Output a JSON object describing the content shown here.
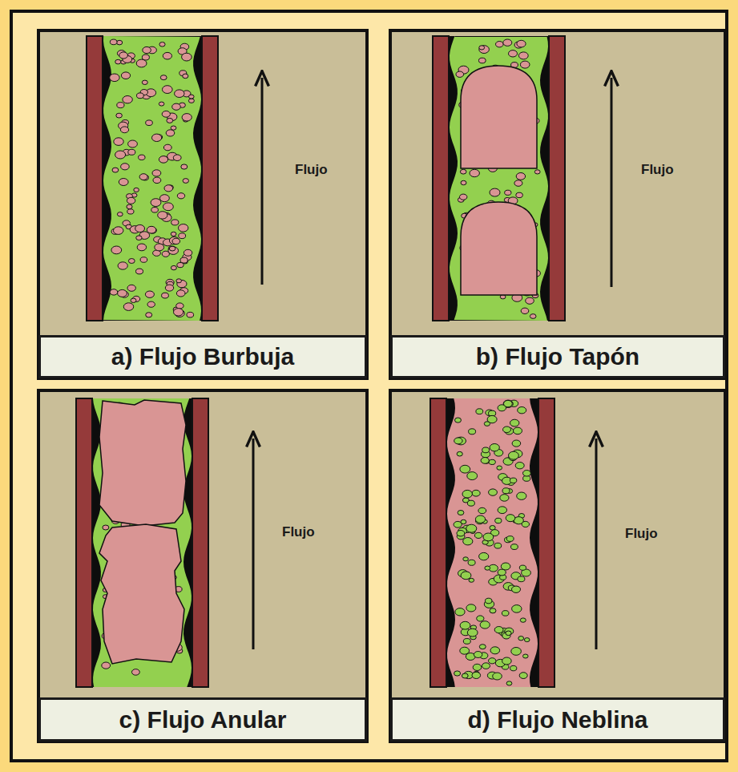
{
  "diagram": {
    "nodes": [
      {
        "text": [
          "a) Flujo Burbuja"
        ]
      },
      {
        "text": [
          "b) Flujo Tapón"
        ]
      },
      {
        "text": [
          "c) Flujo Anular"
        ]
      },
      {
        "text": [
          "d) Flujo Neblina"
        ]
      }
    ],
    "labels": [
      "Flujo",
      "Flujo",
      "Flujo",
      "Flujo"
    ]
  }
}
